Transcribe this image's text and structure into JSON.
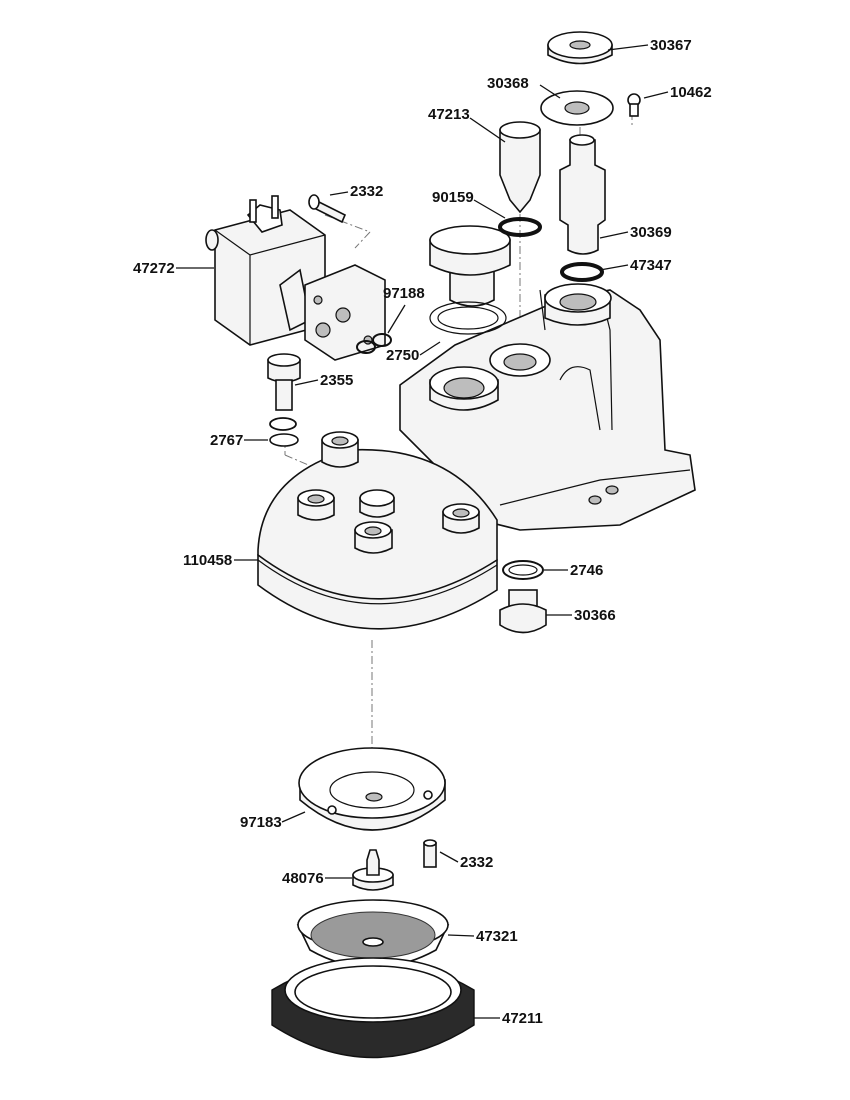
{
  "labels": {
    "p30367": "30367",
    "p30368": "30368",
    "p10462": "10462",
    "p47213": "47213",
    "p2332a": "2332",
    "p90159": "90159",
    "p30369": "30369",
    "p47272": "47272",
    "p47347": "47347",
    "p97188": "97188",
    "p2750": "2750",
    "p2355": "2355",
    "p2767": "2767",
    "p110458": "110458",
    "p2746": "2746",
    "p30366": "30366",
    "p97183": "97183",
    "p2332b": "2332",
    "p48076": "48076",
    "p47321": "47321",
    "p47211": "47211"
  }
}
